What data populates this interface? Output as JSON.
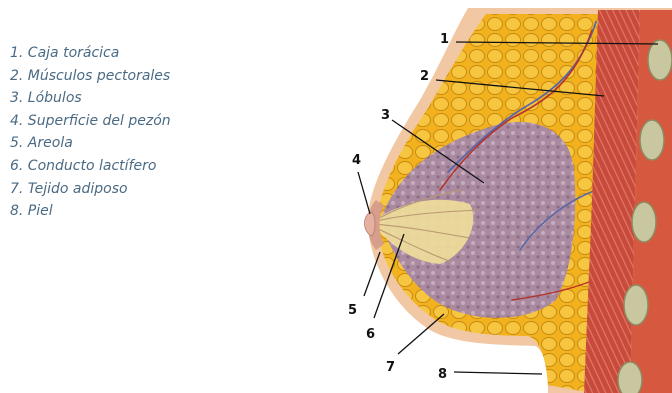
{
  "legend": [
    "1. Caja torácica",
    "2. Músculos pectorales",
    "3. Lóbulos",
    "4. Superficie del pezón",
    "5. Areola",
    "6. Conducto lactífero",
    "7. Tejido adiposo",
    "8. Piel"
  ],
  "callouts": [
    "1",
    "2",
    "3",
    "4",
    "5",
    "6",
    "7",
    "8"
  ],
  "colors": {
    "legend_text": "#4a6a84",
    "skin": "#f2c8a4",
    "fat": "#f2b21e",
    "fat_cell_outline": "#c98a14",
    "lobules": "#a98aa0",
    "muscle": "#c84a3c",
    "rib": "#c9c7a0",
    "nipple": "#e5b0a0",
    "vein": "#5766a8",
    "artery": "#b5322a"
  }
}
